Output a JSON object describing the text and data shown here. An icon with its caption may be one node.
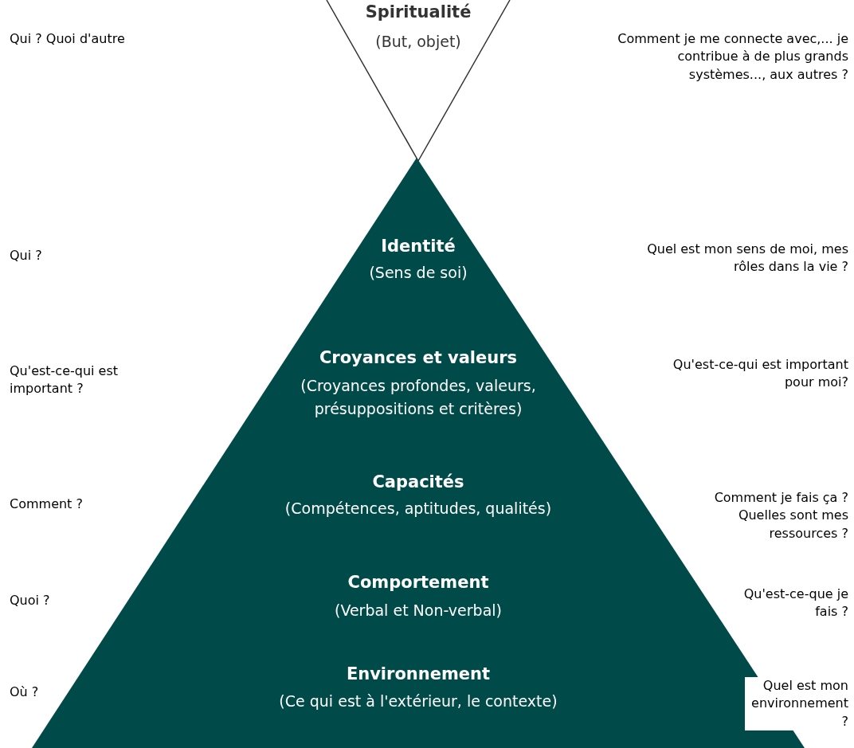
{
  "diagram": {
    "nodes": [
      {
        "text": [
          "Spiritualité",
          "(But, objet)"
        ]
      },
      {
        "text": [
          "Identité",
          "(Sens de soi)",
          "Croyances et valeurs",
          "(Croyances profondes, valeurs, présuppositions et critères)",
          "Capacités",
          "(Compétences, aptitudes, qualités)",
          "Comportement",
          "(Verbal et Non-verbal)",
          "Environnement",
          "(Ce qui est à l'extérieur, le contexte)"
        ]
      }
    ],
    "labels": [
      "Qui ? Quoi d'autre",
      "Comment je me connecte avec,... je contribue à de plus grands systèmes..., aux autres ?",
      "Qui ?",
      "Quel est mon sens de moi, mes rôles dans la vie ?",
      "Qu'est-ce-qui est important ?",
      "Qu'est-ce-qui est important pour moi?",
      "Comment ?",
      "Comment je fais ça ? Quelles sont mes ressources ?",
      "Quoi ?",
      "Qu'est-ce-que je fais ?",
      "Où ?",
      "Quel est mon environnement ?"
    ]
  }
}
